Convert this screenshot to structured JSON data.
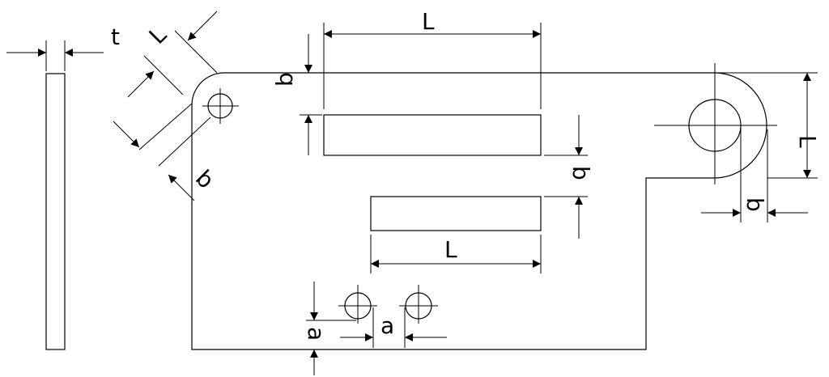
{
  "labels": {
    "thickness": "t",
    "length_top": "L",
    "length_bottom": "L",
    "length_diagonal": "L",
    "length_right": "L",
    "gap_top": "b",
    "gap_middle": "b",
    "gap_diagonal": "b",
    "gap_right": "b",
    "hole_pitch": "a",
    "hole_edge": "a"
  }
}
